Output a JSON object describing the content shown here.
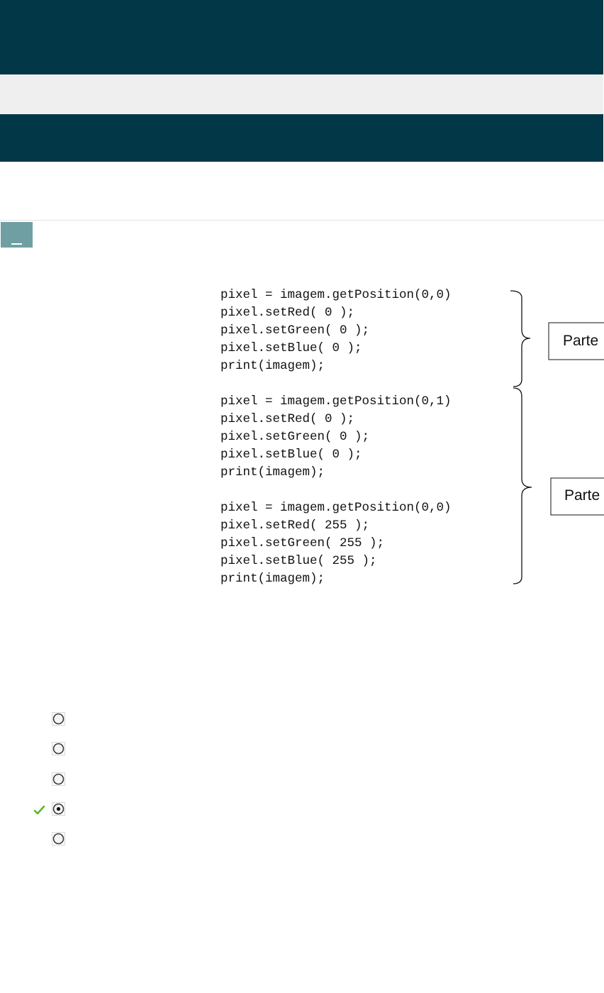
{
  "figure": {
    "code_blocks": [
      [
        "pixel = imagem.getPosition(0,0)",
        "pixel.setRed( 0 );",
        "pixel.setGreen( 0 );",
        "pixel.setBlue( 0 );",
        "print(imagem);"
      ],
      [
        "pixel = imagem.getPosition(0,1)",
        "pixel.setRed( 0 );",
        "pixel.setGreen( 0 );",
        "pixel.setBlue( 0 );",
        "print(imagem);"
      ],
      [
        "pixel = imagem.getPosition(0,0)",
        "pixel.setRed( 255 );",
        "pixel.setGreen( 255 );",
        "pixel.setBlue( 255 );",
        "print(imagem);"
      ]
    ],
    "part_labels": [
      "Parte",
      "Parte"
    ]
  },
  "options": [
    {
      "selected": false,
      "correct": false
    },
    {
      "selected": false,
      "correct": false
    },
    {
      "selected": false,
      "correct": false
    },
    {
      "selected": true,
      "correct": true
    },
    {
      "selected": false,
      "correct": false
    }
  ],
  "colors": {
    "header": "#023747",
    "subheader": "#efefef",
    "collapse_button": "#6f9fa3",
    "check": "#5cb82a"
  },
  "icons": {
    "collapse": "minus-icon",
    "correct": "check-icon",
    "radio": "radio-icon"
  }
}
